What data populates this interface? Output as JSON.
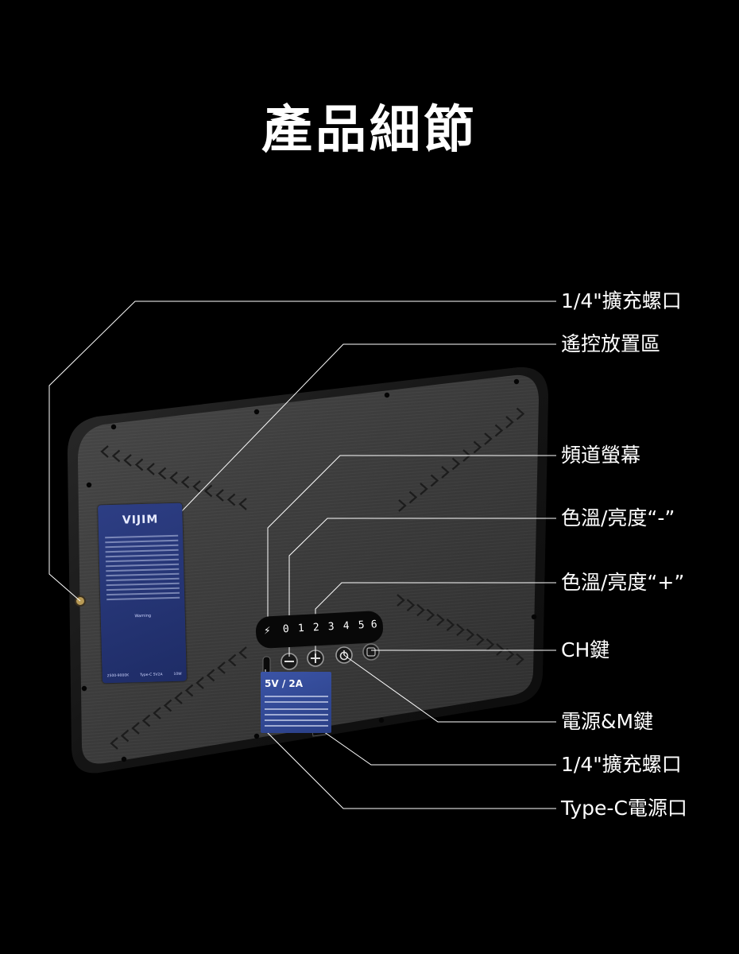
{
  "title": "產品細節",
  "callouts": [
    {
      "id": "mount-top",
      "label": "1/4\"擴充螺口"
    },
    {
      "id": "remote-slot",
      "label": "遙控放置區"
    },
    {
      "id": "channel-screen",
      "label": "頻道螢幕"
    },
    {
      "id": "ct-minus",
      "label": "色溫/亮度“-”"
    },
    {
      "id": "ct-plus",
      "label": "色溫/亮度“+”"
    },
    {
      "id": "ch-key",
      "label": "CH鍵"
    },
    {
      "id": "power-m-key",
      "label": "電源&M鍵"
    },
    {
      "id": "mount-bottom",
      "label": "1/4\"擴充螺口"
    },
    {
      "id": "type-c",
      "label": "Type-C電源口"
    }
  ],
  "device": {
    "sticker_brand": "VIJIM",
    "sticker_warning": "Warning",
    "sticker_spec_left": "2500-9000K",
    "sticker_spec_mid": "Type-C 5V2A",
    "sticker_spec_right": "10W",
    "bottom_label": "5V / 2A",
    "channel_digits": [
      "0",
      "1",
      "2",
      "3",
      "4",
      "5",
      "6"
    ]
  },
  "colors": {
    "background": "#000000",
    "panel": "#3a3a3a",
    "frame": "#1a1a1a",
    "sticker": "#243373",
    "leader_line": "#ffffff"
  }
}
